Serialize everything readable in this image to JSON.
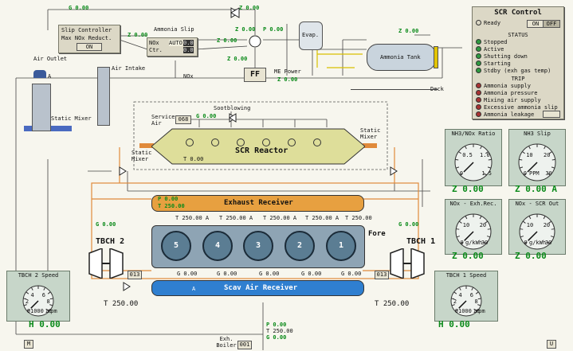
{
  "slip_controller": {
    "title": "Slip Controller",
    "subtitle": "Max NOx Reduct.",
    "state": "ON"
  },
  "nox_ctr": {
    "line1": "NOx",
    "line2": "Ctr.",
    "mode": "AUTO",
    "v1": "0.0",
    "v2": "0.0"
  },
  "labels": {
    "g000": "G 0.00",
    "z000": "Z 0.00",
    "ammonia_slip": "Ammonia Slip",
    "p000": "P 0.00",
    "nox_small": "NOx",
    "ff": "FF",
    "me_power": "ME Power",
    "evap": "Evap.",
    "ammonia_tank": "Ammonia Tank",
    "deck": "Deck",
    "air_outlet": "Air Outlet",
    "air_intake": "Air Intake",
    "a": "A",
    "static_mixer": "Static Mixer",
    "service_air": "Service Air",
    "service_air_val": "068",
    "sootblowing": "Sootblowing",
    "scr_reactor": "SCR Reactor",
    "t000": "T 0.00",
    "exhaust_receiver": "Exhaust Receiver",
    "t25000": "T 250.00",
    "t25000a": "T 250.00 A",
    "fore": "Fore",
    "tbch2": "TBCH 2",
    "tbch1": "TBCH 1",
    "v013": "013",
    "scav_air_receiver": "Scav Air Receiver",
    "exh_boiler": "Exh. Boiler",
    "exh_boiler_val": "001",
    "m": "M",
    "u": "U",
    "z000a": "Z 0.00 A",
    "h000": "H 0.00",
    "rpm": "rpm"
  },
  "cylinders": [
    "5",
    "4",
    "3",
    "2",
    "1"
  ],
  "scr_control": {
    "title": "SCR Control",
    "ready": "Ready",
    "on": "ON",
    "off": "OFF",
    "status_title": "STATUS",
    "status_items": [
      "Stopped",
      "Active",
      "Shutting down",
      "Starting",
      "Stdby (exh gas temp)"
    ],
    "trip_title": "TRIP",
    "trip_items": [
      "Ammonia supply",
      "Ammonia pressure",
      "Mixing air supply",
      "Excessive ammonia slip",
      "Ammonia leakage"
    ]
  },
  "gauges": {
    "ratio": {
      "title": "NH3/NOx Ratio",
      "ticks": [
        "0.5",
        "1.0",
        "0",
        "1.5"
      ],
      "readout": "Z 0.00",
      "value": 0
    },
    "slip": {
      "title": "NH3 Slip",
      "ticks": [
        "10",
        "20",
        "0",
        "30"
      ],
      "unit": "PPM",
      "readout": "Z 0.00 A",
      "value": 0
    },
    "nox_exh": {
      "title": "NOx - Exh.Rec.",
      "ticks": [
        "10",
        "20",
        "0",
        "30"
      ],
      "unit": "g/kWh",
      "readout": "Z 0.00",
      "value": 0
    },
    "nox_out": {
      "title": "NOx - SCR Out",
      "ticks": [
        "10",
        "20",
        "0",
        "30"
      ],
      "unit": "g/kWh",
      "readout": "Z 0.00",
      "value": 0
    },
    "tbch2": {
      "title": "TBCH 2 Speed",
      "ticks": [
        "4",
        "6",
        "2",
        "8",
        "0",
        "10"
      ],
      "unit": "1000 rpm",
      "readout": "H 0.00",
      "value": 0
    },
    "tbch1": {
      "title": "TBCH 1 Speed",
      "ticks": [
        "4",
        "6",
        "2",
        "8",
        "0",
        "10"
      ],
      "unit": "1000 rpm",
      "readout": "H 0.00",
      "value": 0
    }
  },
  "colors": {
    "green": "#0b8a1a",
    "pipe": "#e08a3a",
    "reactor": "#dede9a",
    "exhaust": "#e7a040",
    "scav": "#2f7fd0",
    "panel": "#dcd8c6"
  }
}
